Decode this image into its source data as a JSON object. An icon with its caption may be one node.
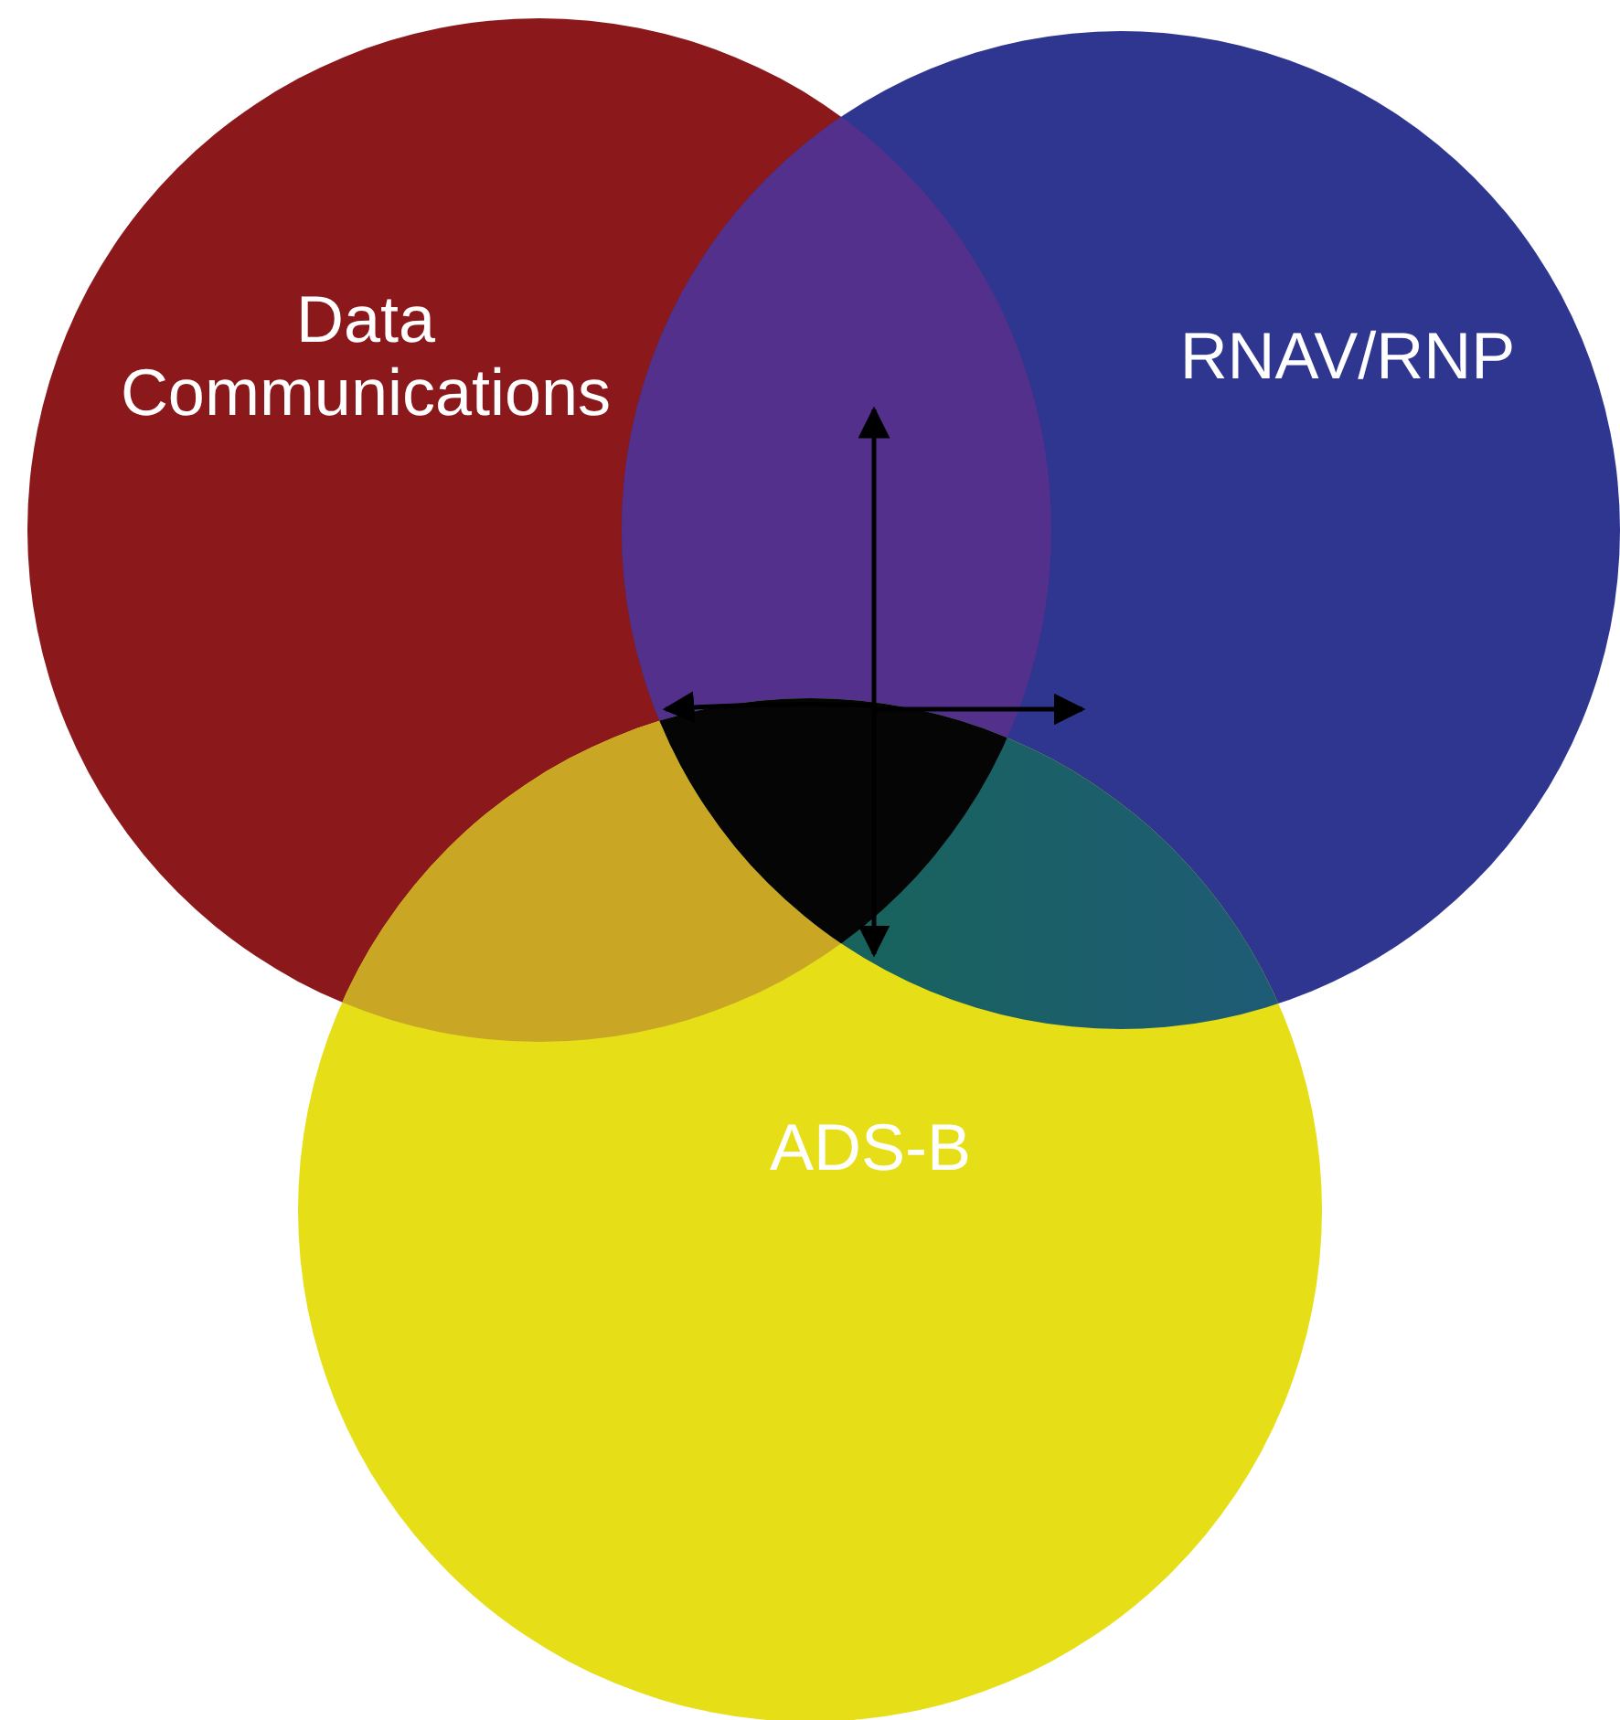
{
  "diagram": {
    "nodes": [
      {
        "text": [
          "Data Communications"
        ]
      },
      {
        "text": [
          "RNAV/RNP"
        ]
      },
      {
        "text": [
          "ADS-B"
        ]
      }
    ]
  }
}
